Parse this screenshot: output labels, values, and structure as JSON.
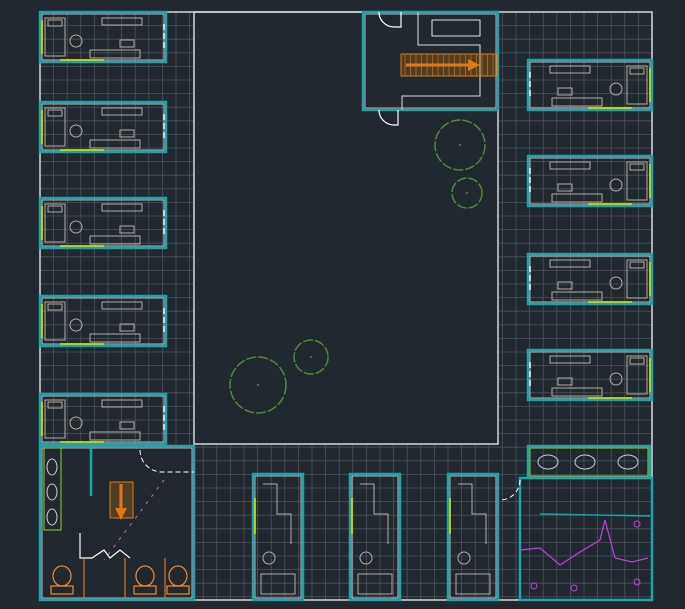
{
  "colors": {
    "background": "#212830",
    "grid": "#4a525c",
    "outline": "#d8d8d8",
    "wall": "#1fa3a8",
    "window": "#f2f200",
    "furniture": "#b5aca0",
    "tree": "#4f8a3c",
    "stair": "#e07a10",
    "fixture_orange": "#f08a30",
    "fixture_green": "#8fcf3a",
    "magenta": "#c040e0",
    "pink": "#e060c0"
  },
  "plan": {
    "left_rooms": 5,
    "right_rooms": 4,
    "bottom_rooms": 3,
    "trees": 4
  }
}
